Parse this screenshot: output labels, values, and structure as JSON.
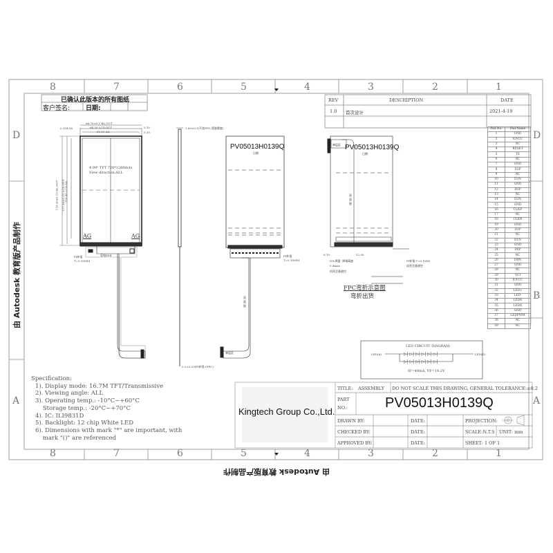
{
  "frame": {
    "zones_top": [
      "8",
      "7",
      "6",
      "5",
      "4",
      "3",
      "2",
      "1"
    ],
    "zones_side_left": [
      "D",
      "A"
    ],
    "zones_side_right": [
      "D",
      "B",
      "A"
    ]
  },
  "approval": {
    "title": "已确认此版本的所有图纸",
    "customer_signature_label": "客户签名:",
    "date_label": "日期:"
  },
  "revision": {
    "headers": [
      "REV",
      "DESCRIPTION",
      "DATE"
    ],
    "rows": [
      {
        "rev": "1.0",
        "description": "首次设计",
        "date": "2021-4-19"
      }
    ]
  },
  "front_view": {
    "dim_bl": "64.70±0.1 BL.OUT",
    "dim_lcd": "64.50 LCD.OUT",
    "dim_aa": "62.10 AA",
    "dim_r1": "0.10",
    "dim_r2": "0.30",
    "dim_v1": "0.15",
    "dim_v2": "4.56",
    "dim_h1": "118.20±0.15 BL.OUT",
    "dim_h2": "117.30±0.15 LCD.OUT",
    "dim_h3": "110.40 LCD.AA",
    "panel_line1": "4.99\" TFT 720*1280dots",
    "panel_line2": "View direction:ALL",
    "ag_left": "AG",
    "ag_right": "AG",
    "pi_note": "PI补强 T=0.10MM",
    "fpc_label": "导电EMI"
  },
  "side_view": {
    "thickness": "1.60±0.1(不含FPC,背胶厚度)",
    "bottom_dim": "0.2±3.03(PI补强+FPC)"
  },
  "back_view": {
    "part_no": "PV05013H0139Q",
    "sub": "日期",
    "pi_note": "PI补强 T=0.10MM",
    "fpc_tag1": "双面胶",
    "fpc_tag2": "单层区"
  },
  "fold_view": {
    "tag": "单层区",
    "part_no": "PV05013H0139Q",
    "sub": "日期",
    "tag2": "双面胶",
    "dim_left": "6.10",
    "dim_mid": "52.00",
    "note_left": [
      "IOL焊盘: 焊锡高度",
      "0.4max",
      "机壳注意避空"
    ],
    "note_right": [
      "PI补强 T=0.1MM",
      "机壳注意避空"
    ],
    "caption": "FPC弯折示意图",
    "subcaption": "弯折出货"
  },
  "pins": {
    "headers": [
      "Pad No.",
      "Pad Name"
    ],
    "rows": [
      [
        "1",
        "GND"
      ],
      [
        "2",
        "IOVCC"
      ],
      [
        "3",
        "NC"
      ],
      [
        "4",
        "RESET"
      ],
      [
        "5",
        "TE"
      ],
      [
        "6",
        "NC"
      ],
      [
        "7",
        "GND"
      ],
      [
        "8",
        "D3P"
      ],
      [
        "9",
        "NC"
      ],
      [
        "10",
        "D3N"
      ],
      [
        "11",
        "GND"
      ],
      [
        "12",
        "D2P"
      ],
      [
        "13",
        "NC"
      ],
      [
        "14",
        "D2N"
      ],
      [
        "15",
        "GND"
      ],
      [
        "16",
        "CLKP"
      ],
      [
        "17",
        "NC"
      ],
      [
        "18",
        "CLKN"
      ],
      [
        "19",
        "GND"
      ],
      [
        "20",
        "D1P"
      ],
      [
        "21",
        "NC"
      ],
      [
        "22",
        "D1N"
      ],
      [
        "23",
        "GND"
      ],
      [
        "24",
        "D0P"
      ],
      [
        "25",
        "NC"
      ],
      [
        "26",
        "D0N"
      ],
      [
        "27",
        "GND"
      ],
      [
        "28",
        "NC"
      ],
      [
        "29",
        "VCI"
      ],
      [
        "30",
        "IOVCC"
      ],
      [
        "31",
        "GND"
      ],
      [
        "32",
        "LED+"
      ],
      [
        "33",
        "LED-"
      ],
      [
        "34",
        "LEDK"
      ],
      [
        "35",
        "LEDK"
      ],
      [
        "36",
        "GND"
      ],
      [
        "37",
        "LEDPWM"
      ],
      [
        "38",
        "NC"
      ],
      [
        "39",
        "NC"
      ]
    ]
  },
  "led": {
    "title": "LED CIRCUIT DIAGRAM:",
    "anode": "LED(A)",
    "cathode": "LED(K)",
    "spec": "IF=40mA, VF=19.2V"
  },
  "specification": {
    "title": "Specification:",
    "lines": [
      "1). Display mode: 16.7M TFT/Transmissive",
      "2). Viewing angle: ALL",
      "3). Operating temp.: -10°C~+60°C",
      "    Storage temp.: -20°C~+70°C",
      "4). IC: ILI9831D",
      "5). Backlight: 12 chip White LED",
      "6). Dimensions with mark \"*\" are important, with",
      "    mark \"()\" are referenced"
    ]
  },
  "title_block": {
    "company": "Kingtech Group Co.,Ltd.",
    "title_label": "TITLE:",
    "title_value": "ASSEMBLY",
    "tolerance": "DO NOT SCALE THIS DRAWING, GENERAL TOLERANCE:±0.2",
    "part_label_1": "PART",
    "part_label_2": "NO.:",
    "part_no": "PV05013H0139Q",
    "drawn_by": "DRAWN BY:",
    "checked_by": "CHECKED BY:",
    "approved_by": "APPROVED BY:",
    "date": "DATE:",
    "projection": "PROJECTION:",
    "scale": "SCALE:N.T.S",
    "unit": "UNIT: mm",
    "sheet": "SHEET:  1  OF  1"
  },
  "watermark": "由 Autodesk 教育版产品制作"
}
